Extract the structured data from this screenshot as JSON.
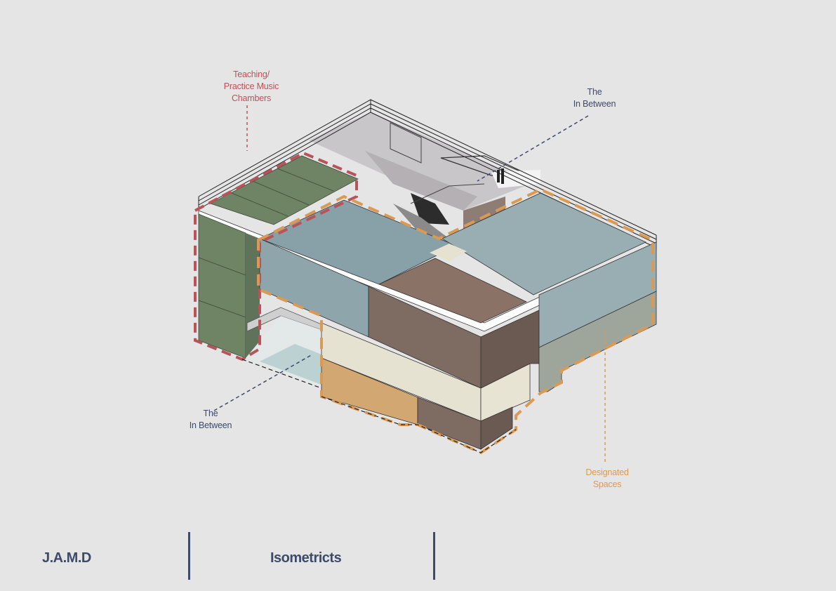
{
  "labels": {
    "teaching": [
      "Teaching/",
      "Practice Music",
      "Chambers"
    ],
    "between_top": [
      "The",
      "In Between"
    ],
    "between_bottom": [
      "The",
      "In Between"
    ],
    "designated": [
      "Designated",
      "Spaces"
    ]
  },
  "footer": {
    "brand": "J.A.M.D",
    "title": "Isometricts"
  },
  "colors": {
    "background": "#e6e5e5",
    "teaching": "#b8535a",
    "between": "#3d4a6a",
    "designated": "#d99a55",
    "green": "#6e8464",
    "blue": "#8ea5ab",
    "brown": "#7e6c63",
    "cream": "#e6e2d2",
    "tan": "#d3a771"
  }
}
